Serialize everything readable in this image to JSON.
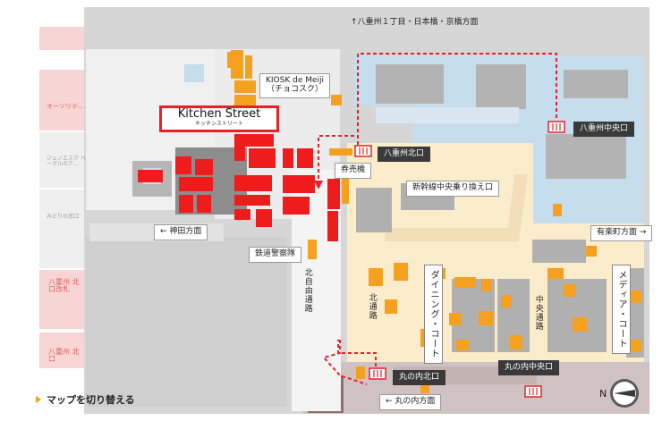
{
  "labels": {
    "north_direction": "↑八重州１丁目・日本橋・京橋方面",
    "kiosk_line1": "KIOSK de Meiji",
    "kiosk_line2": "（チョコスク）",
    "kitchen_street": "Kitchen Street",
    "kitchen_street_kana": "キッチンストリート",
    "yaesu_north_exit": "八重州北口",
    "yaesu_central_exit": "八重州中央口",
    "ticket_machine": "券売機",
    "shinkansen_transfer": "新幹線中央乗り換え口",
    "kanda_direction": "← 神田方面",
    "yurakucho_direction": "有楽町方面 →",
    "railway_police": "鉄道警察隊",
    "north_free_passage": "北自由通路",
    "north_passage": "北通路",
    "dining_court": "ダイニング・コート",
    "central_passage": "中央通路",
    "media_court": "メディア・コート",
    "marunouchi_north_exit": "丸の内北口",
    "marunouchi_central_exit": "丸の内中央口",
    "marunouchi_direction": "← 丸の内方面",
    "switch_map": "マップを切り替える",
    "compass_n": "N"
  },
  "side_panel": {
    "item1": "オーソリテ…",
    "item2": "ジェノエスク ペーグルのア…",
    "item3": "みどりの窓口",
    "item4": "八重州 北口改札",
    "item5": "八重州 北口"
  },
  "colors": {
    "shop_red": "#ee1c1c",
    "shop_orange": "#f5a01e",
    "corridor_yellow": "#fbeccb",
    "platform_blue": "#c6ddee",
    "building_gray": "#a9a9a9",
    "route_red": "#e8202a"
  }
}
